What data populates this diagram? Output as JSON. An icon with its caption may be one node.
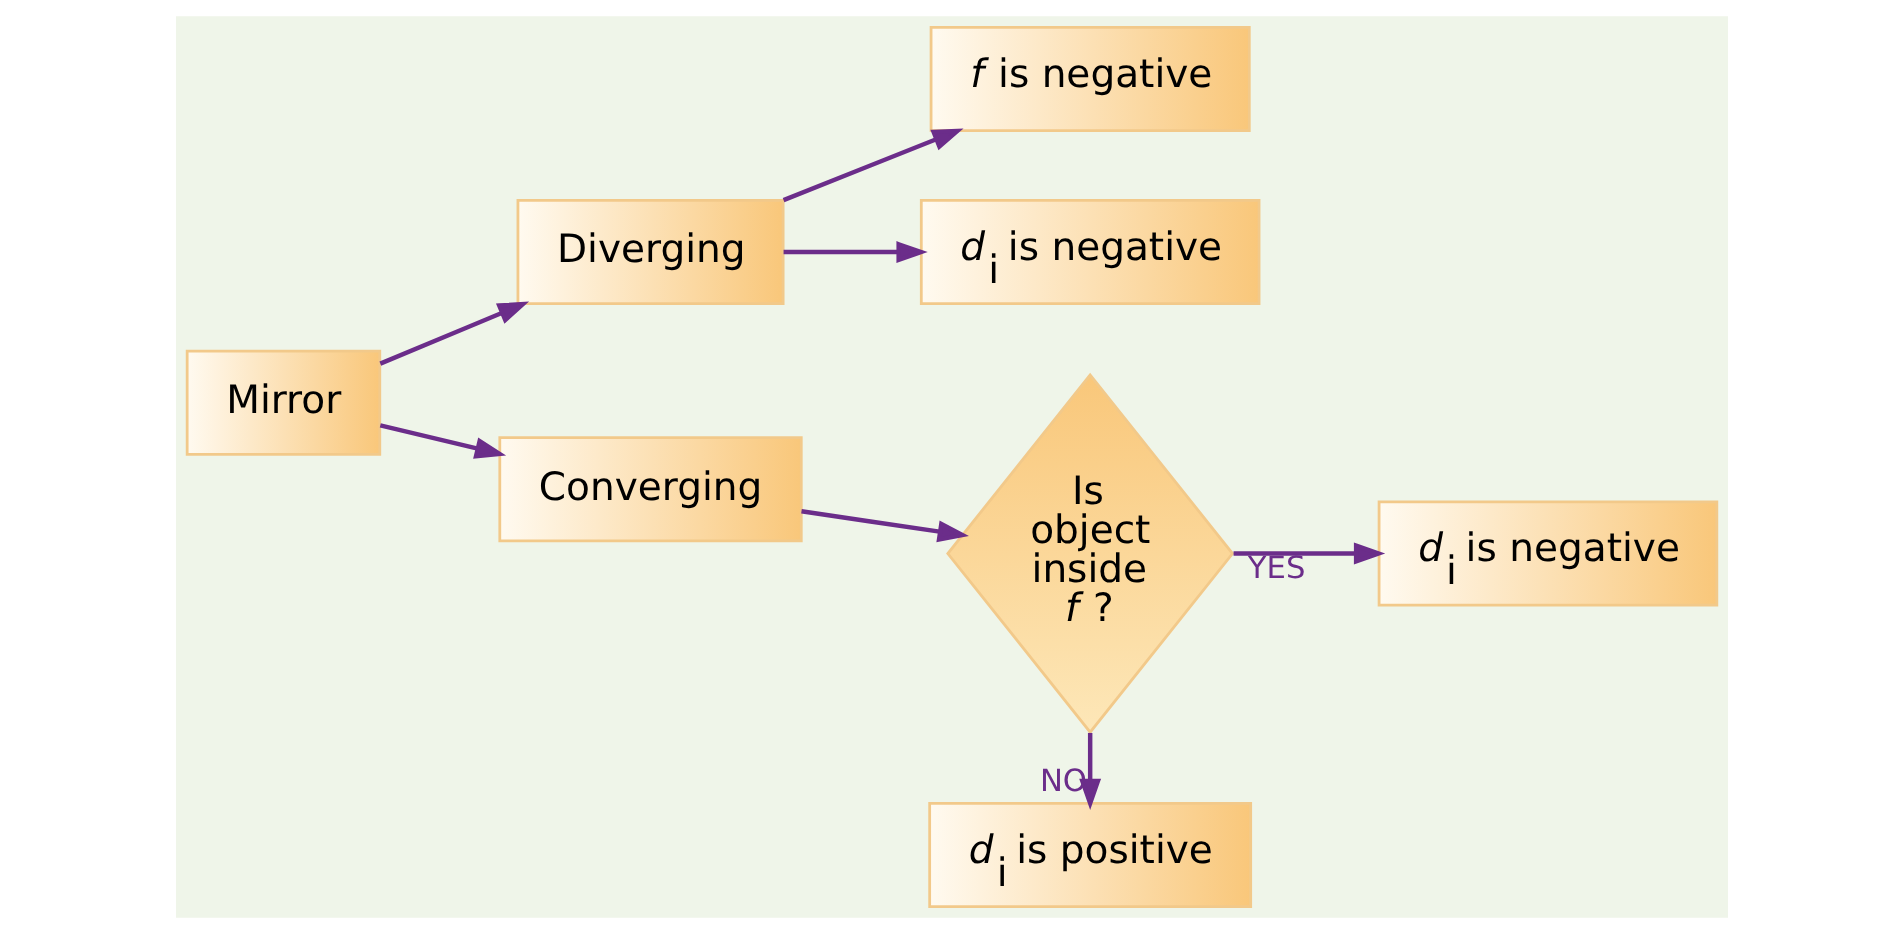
{
  "diagram": {
    "nodes": [
      {
        "text": [
          "Mirror"
        ]
      },
      {
        "text": [
          "Diverging"
        ]
      },
      {
        "text": [
          "*f* is negative"
        ]
      },
      {
        "text": [
          "*d*$_{i}$ is negative"
        ]
      },
      {
        "text": [
          "Converging"
        ]
      },
      {
        "text": [
          "Is object inside *f* ?"
        ]
      },
      {
        "text": [
          "*d*$_{i}$ is negative"
        ]
      },
      {
        "text": [
          "*d*$_{i}$ is positive"
        ]
      }
    ],
    "edges": [
      {
        "from": 0,
        "to": 1,
        "arrow": "to"
      },
      {
        "from": 0,
        "to": 4,
        "arrow": "to"
      },
      {
        "from": 1,
        "to": 2,
        "arrow": "to"
      },
      {
        "from": 1,
        "to": 3,
        "arrow": "to"
      },
      {
        "from": 4,
        "to": 5,
        "arrow": "to"
      },
      {
        "from": 5,
        "to": 6,
        "arrow": "to",
        "label": "YES"
      },
      {
        "from": 5,
        "to": 7,
        "arrow": "to",
        "label": "NO"
      }
    ]
  }
}
